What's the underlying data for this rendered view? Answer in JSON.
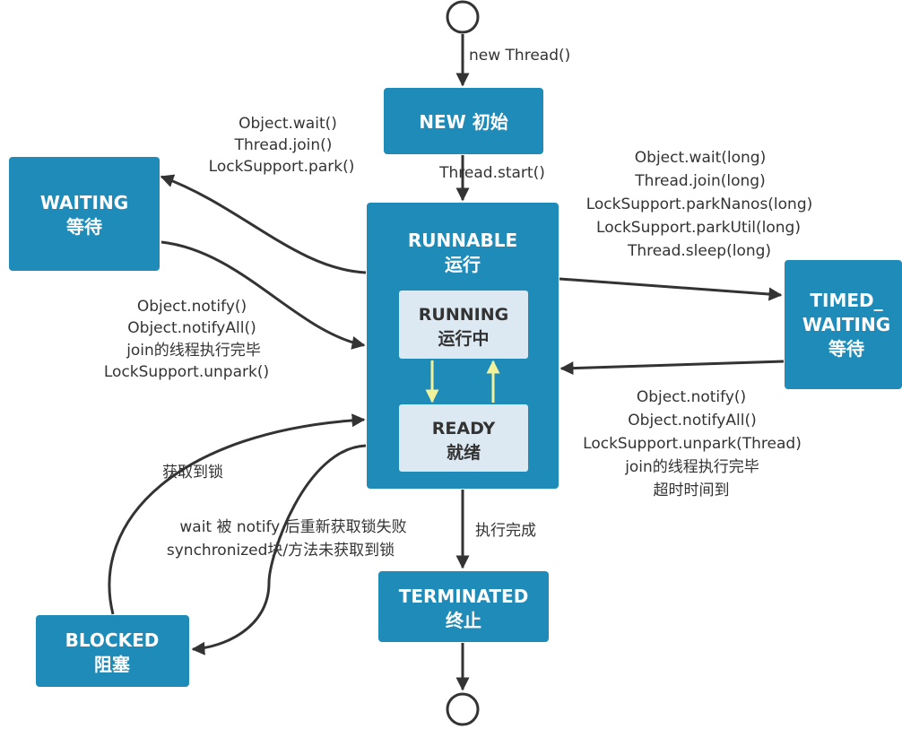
{
  "states": {
    "new": {
      "line1": "NEW 初始"
    },
    "runnable": {
      "line1": "RUNNABLE",
      "line2": "运行"
    },
    "running": {
      "line1": "RUNNING",
      "line2": "运行中"
    },
    "ready": {
      "line1": "READY",
      "line2": "就绪"
    },
    "waiting": {
      "line1": "WAITING",
      "line2": "等待"
    },
    "timed_waiting": {
      "line1": "TIMED_",
      "line2": "WAITING",
      "line3": "等待"
    },
    "blocked": {
      "line1": "BLOCKED",
      "line2": "阻塞"
    },
    "terminated": {
      "line1": "TERMINATED",
      "line2": "终止"
    }
  },
  "edges": {
    "start_to_new": [
      "new Thread()"
    ],
    "new_to_runnable": [
      "Thread.start()"
    ],
    "runnable_to_waiting": [
      "Object.wait()",
      "Thread.join()",
      "LockSupport.park()"
    ],
    "waiting_to_runnable": [
      "Object.notify()",
      "Object.notifyAll()",
      "join的线程执行完毕",
      "LockSupport.unpark()"
    ],
    "runnable_to_timed": [
      "Object.wait(long)",
      "Thread.join(long)",
      "LockSupport.parkNanos(long)",
      "LockSupport.parkUtil(long)",
      "Thread.sleep(long)"
    ],
    "timed_to_runnable": [
      "Object.notify()",
      "Object.notifyAll()",
      "LockSupport.unpark(Thread)",
      "join的线程执行完毕",
      "超时时间到"
    ],
    "blocked_to_runnable": [
      "获取到锁"
    ],
    "runnable_to_blocked": [
      "wait 被 notify 后重新获取锁失败",
      "synchronized块/方法未获取到锁"
    ],
    "runnable_to_terminated": [
      "执行完成"
    ]
  },
  "colors": {
    "state_fill": "#1e8bb8",
    "inner_fill": "#dde9f2",
    "edge": "#333333",
    "inner_edge": "#f2f29a"
  }
}
